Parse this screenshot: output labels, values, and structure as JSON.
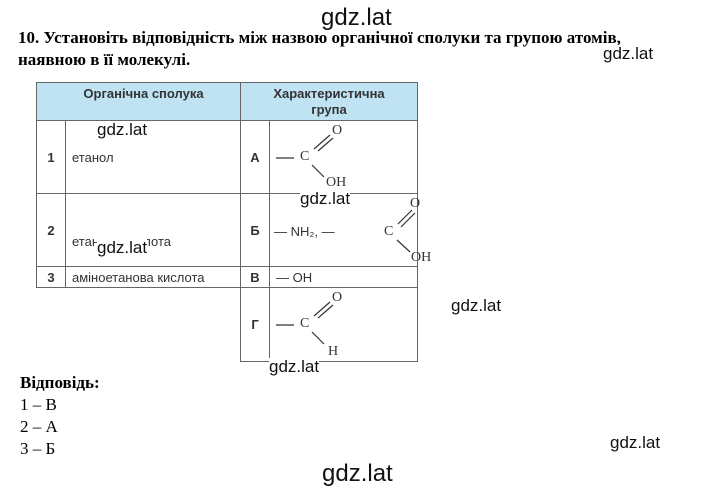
{
  "watermarks": {
    "top": "gdz.lat",
    "right_top": "gdz.lat",
    "cell1": "gdz.lat",
    "cell_a": "gdz.lat",
    "cell2": "gdz.lat",
    "mid_right": "gdz.lat",
    "below_table": "gdz.lat",
    "right_bottom": "gdz.lat",
    "bottom": "gdz.lat"
  },
  "question": "10. Установіть відповідність між назвою органічної сполуки та групою атомів, наявною в її молекулі.",
  "table": {
    "header_left": "Органічна сполука",
    "header_right": "Характеристична група",
    "rows": [
      {
        "num": "1",
        "name": "етанол"
      },
      {
        "num": "2",
        "name": "етанова кислота"
      },
      {
        "num": "3",
        "name": "аміноетанова кислота"
      }
    ],
    "groups": [
      {
        "letter": "А",
        "C": "C",
        "O": "O",
        "OH": "OH"
      },
      {
        "letter": "Б",
        "prefix": "— NH₂, —",
        "C": "C",
        "O": "O",
        "OH": "OH"
      },
      {
        "letter": "В",
        "text": "— OH"
      },
      {
        "letter": "Г",
        "C": "C",
        "O": "O",
        "H": "H"
      }
    ]
  },
  "answer": {
    "title": "Відповідь:",
    "lines": [
      "1 – В",
      "2 – А",
      "3 – Б"
    ]
  }
}
